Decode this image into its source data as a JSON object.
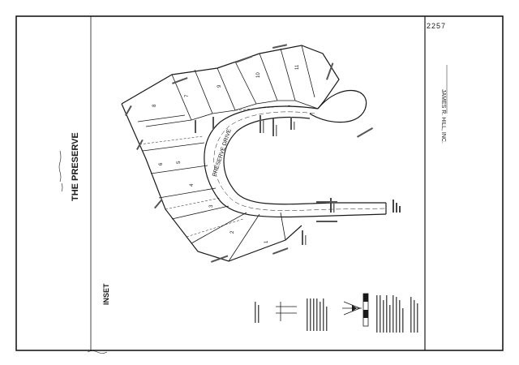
{
  "plat": {
    "title": "THE PRESERVE",
    "street_name": "PRESERVE DRIVE",
    "inset_label": "INSET",
    "firm_name": "JAMES R. HILL, INC.",
    "corner_code": "2257",
    "lots": [
      "1",
      "2",
      "3",
      "4",
      "5",
      "6",
      "7",
      "8",
      "9",
      "10",
      "11"
    ]
  }
}
